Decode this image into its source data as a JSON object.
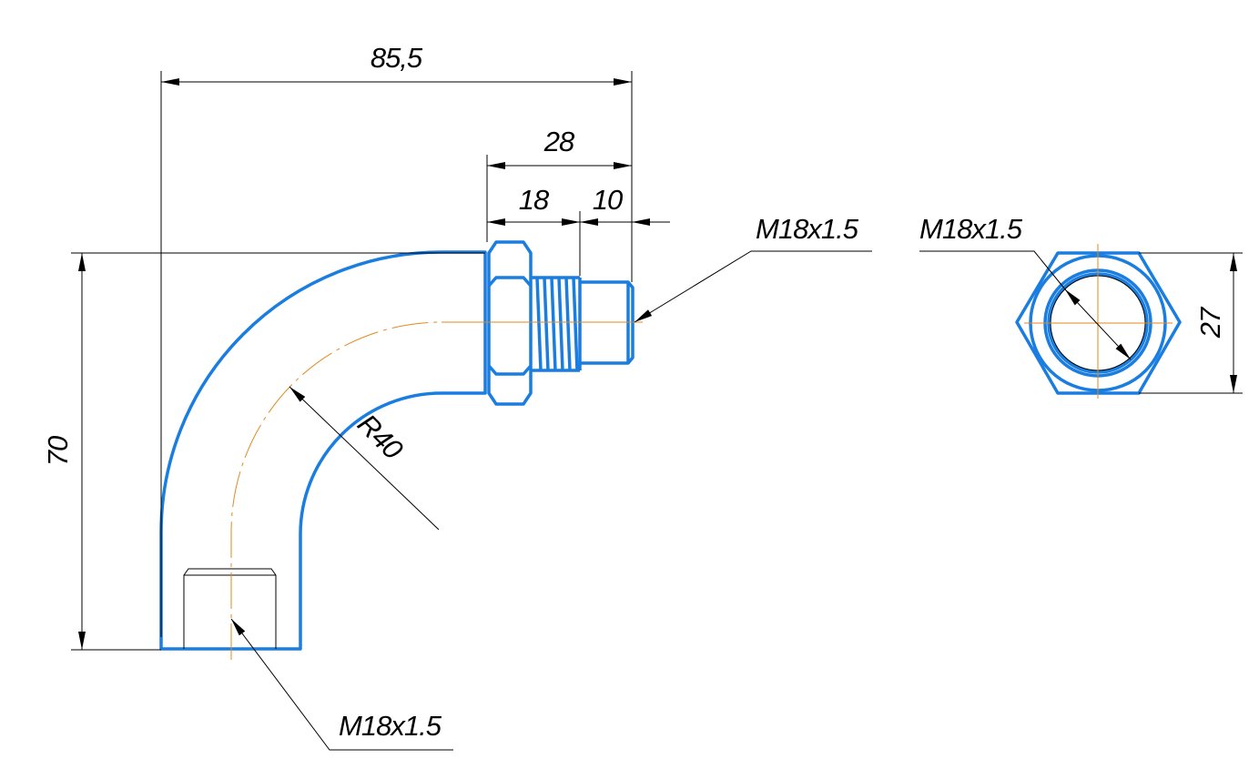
{
  "dimensions": {
    "overall_length": "85,5",
    "fitting_length": "28",
    "hex_length": "18",
    "shank_length": "10",
    "height": "70",
    "bend_radius": "R40",
    "hex_across_flats": "27"
  },
  "callouts": {
    "thread_side": "M18x1.5",
    "thread_bottom": "M18x1.5",
    "thread_end_view": "M18x1.5"
  },
  "colors": {
    "part": "#1a7de0",
    "axis": "#e08a1e",
    "dimension": "#000000"
  }
}
